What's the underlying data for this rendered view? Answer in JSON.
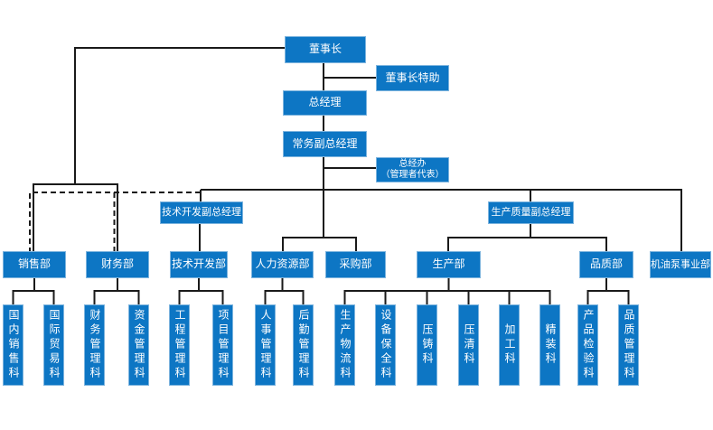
{
  "colors": {
    "box_fill": "#0d76c4",
    "box_border": "#7db4de",
    "box_text": "#ffffff",
    "connector_line": "#1a1a1a",
    "background": "#ffffff"
  },
  "nodes": {
    "chairman": "董事长",
    "chairman_assistant": "董事长特助",
    "general_manager": "总经理",
    "executive_deputy_gm": "常务副总经理",
    "gm_office_line1": "总经办",
    "gm_office_line2": "（管理者代表）",
    "tech_dev_deputy_gm": "技术开发副总经理",
    "prod_quality_deputy_gm": "生产质量副总经理"
  },
  "departments": [
    {
      "label": "销售部",
      "children": [
        "国内销售科",
        "国际贸易科"
      ]
    },
    {
      "label": "财务部",
      "children": [
        "财务管理科",
        "资金管理科"
      ]
    },
    {
      "label": "技术开发部",
      "children": [
        "工程管理科",
        "项目管理科"
      ]
    },
    {
      "label": "人力资源部",
      "children": [
        "人事管理科",
        "后勤管理科"
      ]
    },
    {
      "label": "采购部",
      "children": []
    },
    {
      "label": "生产部",
      "children": [
        "生产物流科",
        "设备保全科",
        "压铸科",
        "压清科",
        "加工科",
        "精装科"
      ]
    },
    {
      "label": "品质部",
      "children": [
        "产品检验科",
        "品质管理科"
      ]
    },
    {
      "label": "机油泵事业部",
      "children": []
    }
  ]
}
